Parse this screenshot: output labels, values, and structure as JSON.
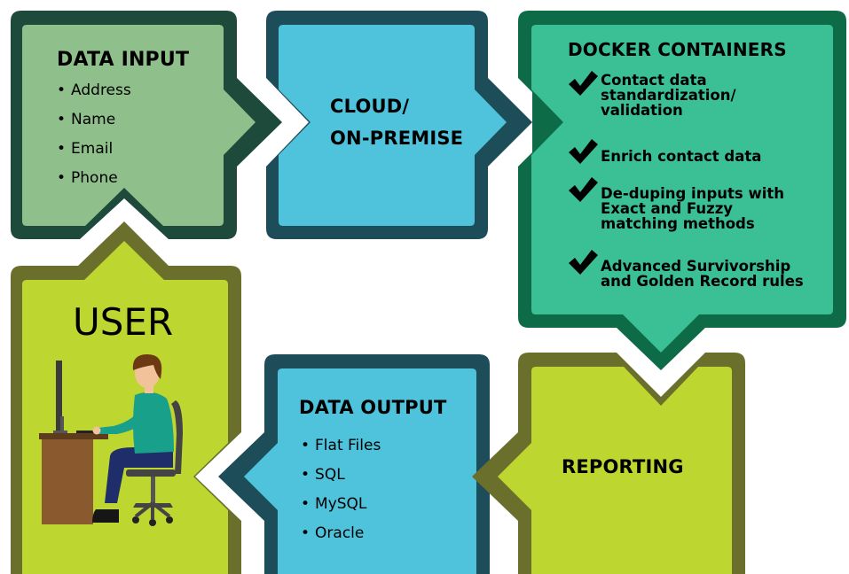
{
  "colors": {
    "input_outer": "#1d4a3a",
    "input_inner": "#8fbf8a",
    "cloud_outer": "#1e4d5a",
    "cloud_inner": "#4fc3db",
    "docker_outer": "#0d6b48",
    "docker_inner": "#3bbf94",
    "user_outer": "#6b6f2c",
    "user_inner": "#bed630",
    "output_outer": "#1e4d5a",
    "output_inner": "#4fc3db",
    "report_outer": "#6b6f2c",
    "report_inner": "#bed630"
  },
  "data_input": {
    "title": "DATA INPUT",
    "items": [
      "Address",
      "Name",
      "Email",
      "Phone"
    ]
  },
  "cloud": {
    "line1": "CLOUD/",
    "line2": "ON-PREMISE"
  },
  "docker": {
    "title": "DOCKER CONTAINERS",
    "items": [
      "Contact data\nstandardization/\nvalidation",
      "Enrich contact data",
      "De-duping inputs with\nExact and Fuzzy\nmatching methods",
      "Advanced Survivorship\nand Golden Record rules"
    ]
  },
  "user": {
    "title": "USER",
    "illustration": "person-at-computer-icon"
  },
  "data_output": {
    "title": "DATA OUTPUT",
    "items": [
      "Flat Files",
      "SQL",
      "MySQL",
      "Oracle"
    ]
  },
  "reporting": {
    "title": "REPORTING"
  }
}
